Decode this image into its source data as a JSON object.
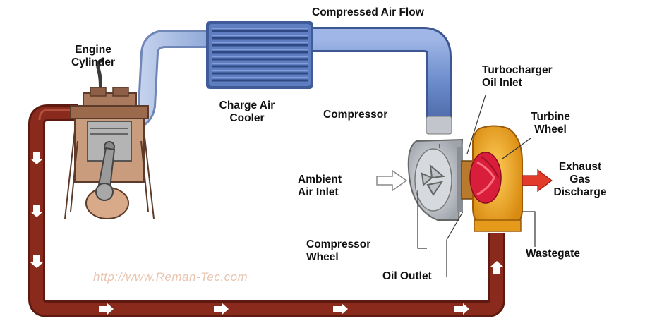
{
  "labels": {
    "compressed_air_flow": "Compressed Air Flow",
    "engine_cylinder_1": "Engine",
    "engine_cylinder_2": "Cylinder",
    "charge_air_cooler_1": "Charge Air",
    "charge_air_cooler_2": "Cooler",
    "compressor": "Compressor",
    "turbo_oil_inlet_1": "Turbocharger",
    "turbo_oil_inlet_2": "Oil Inlet",
    "turbine_wheel_1": "Turbine",
    "turbine_wheel_2": "Wheel",
    "exhaust_1": "Exhaust",
    "exhaust_2": "Gas",
    "exhaust_3": "Discharge",
    "ambient_air_1": "Ambient",
    "ambient_air_2": "Air Inlet",
    "compressor_wheel_1": "Compressor",
    "compressor_wheel_2": "Wheel",
    "oil_outlet": "Oil Outlet",
    "wastegate": "Wastegate"
  },
  "watermark": "http://www.Reman-Tec.com",
  "colors": {
    "exhaust_pipe": "#8a2a1c",
    "air_pipe": "#5f7ebf",
    "air_pipe_light": "#a9bde6",
    "turbine_housing": "#f0a020",
    "turbine_wheel": "#e0203c",
    "compressor_housing": "#c9ccd1"
  }
}
